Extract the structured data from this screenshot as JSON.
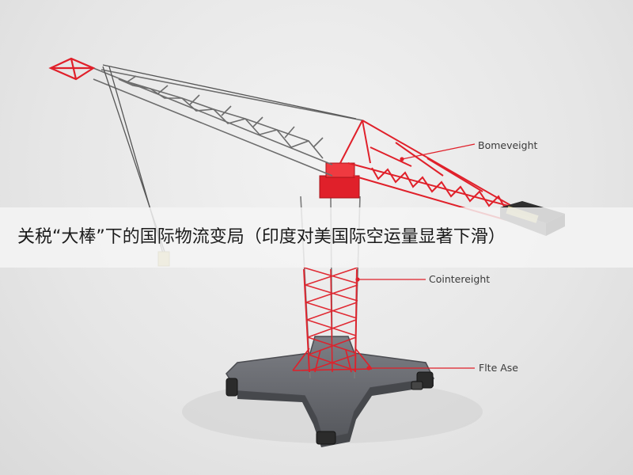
{
  "banner": {
    "title": "关税“大棒”下的国际物流变局（印度对美国际空运量显著下滑）"
  },
  "callouts": {
    "boom": "Bomeveight",
    "counterweight": "Cointereight",
    "base": "Flte Ase"
  },
  "colors": {
    "highlight": "#e0202a",
    "lattice": "#7a7a7a",
    "base_plate": "#6b6d72",
    "background": "#ebebeb"
  }
}
